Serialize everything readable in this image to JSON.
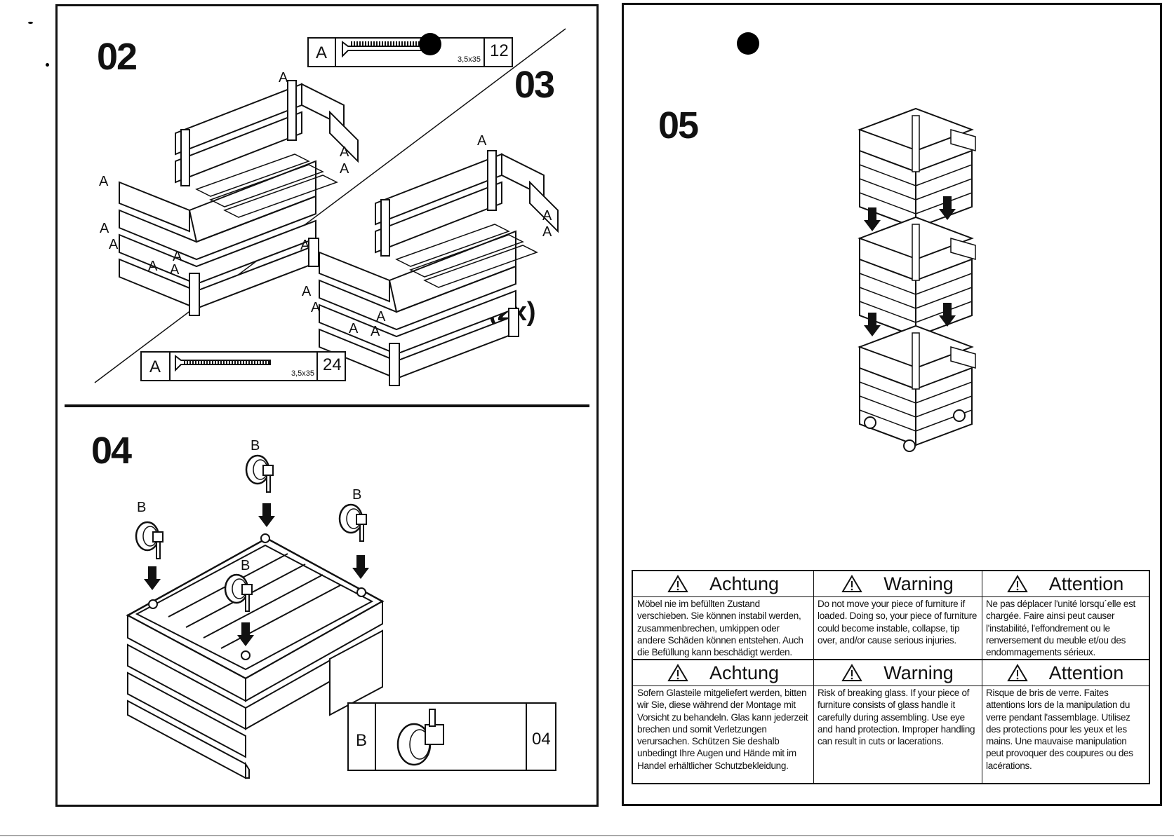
{
  "left": {
    "step_02": "02",
    "step_03": "03",
    "step_04": "04",
    "times": "(2x)",
    "part_a_code": "A",
    "part_b_code": "B",
    "screw_size": "3,5x35",
    "screw_qty_top": "12",
    "screw_qty_bottom": "24",
    "caster_qty": "04"
  },
  "right": {
    "step_05": "05"
  },
  "warnings": {
    "row1": [
      {
        "title": "Achtung",
        "text": "Möbel nie im befüllten Zustand verschieben. Sie können instabil werden, zusammenbrechen, umkippen oder andere Schäden können entstehen. Auch die Befüllung kann beschädigt werden."
      },
      {
        "title": "Warning",
        "text": "Do not move your piece of furniture if loaded. Doing so, your piece of furniture could become instable, collapse, tip over, and/or cause serious injuries."
      },
      {
        "title": "Attention",
        "text": "Ne pas déplacer l'unité lorsqu´elle est chargée. Faire ainsi peut causer l'instabilité, l'effondrement ou le renversement du meuble et/ou des endommagements sérieux."
      }
    ],
    "row2": [
      {
        "title": "Achtung",
        "text": "Sofern Glasteile mitgeliefert werden, bitten wir Sie, diese während der Montage mit Vorsicht zu behandeln. Glas kann jederzeit brechen und somit Verletzungen verursachen. Schützen Sie deshalb unbedingt Ihre Augen und Hände mit im Handel erhältlicher Schutzbekleidung."
      },
      {
        "title": "Warning",
        "text": "Risk of breaking glass. If your piece of furniture consists of glass handle it carefully during assembling. Use eye and hand protection. Improper handling can result in cuts or lacerations."
      },
      {
        "title": "Attention",
        "text": "Risque de bris de verre. Faites attentions lors de la manipulation du verre pendant l'assemblage. Utilisez des protections pour les yeux et les mains. Une mauvaise manipulation peut provoquer des coupures ou des lacérations."
      }
    ]
  }
}
